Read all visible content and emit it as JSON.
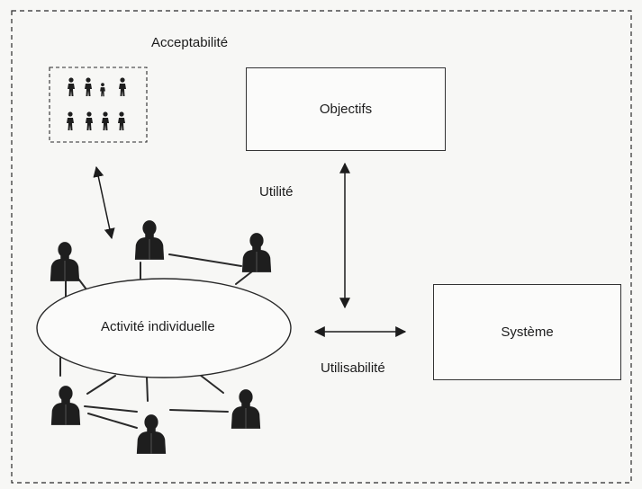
{
  "labels": {
    "acceptability": "Acceptabilité",
    "objectives": "Objectifs",
    "utility": "Utilité",
    "activity": "Activité individuelle",
    "system": "Système",
    "usability": "Utilisabilité"
  },
  "icons": {
    "group": "people-group-icon",
    "person": "person-bust-icon"
  },
  "colors": {
    "ink": "#1c1c1c",
    "paper": "#f7f7f5"
  }
}
